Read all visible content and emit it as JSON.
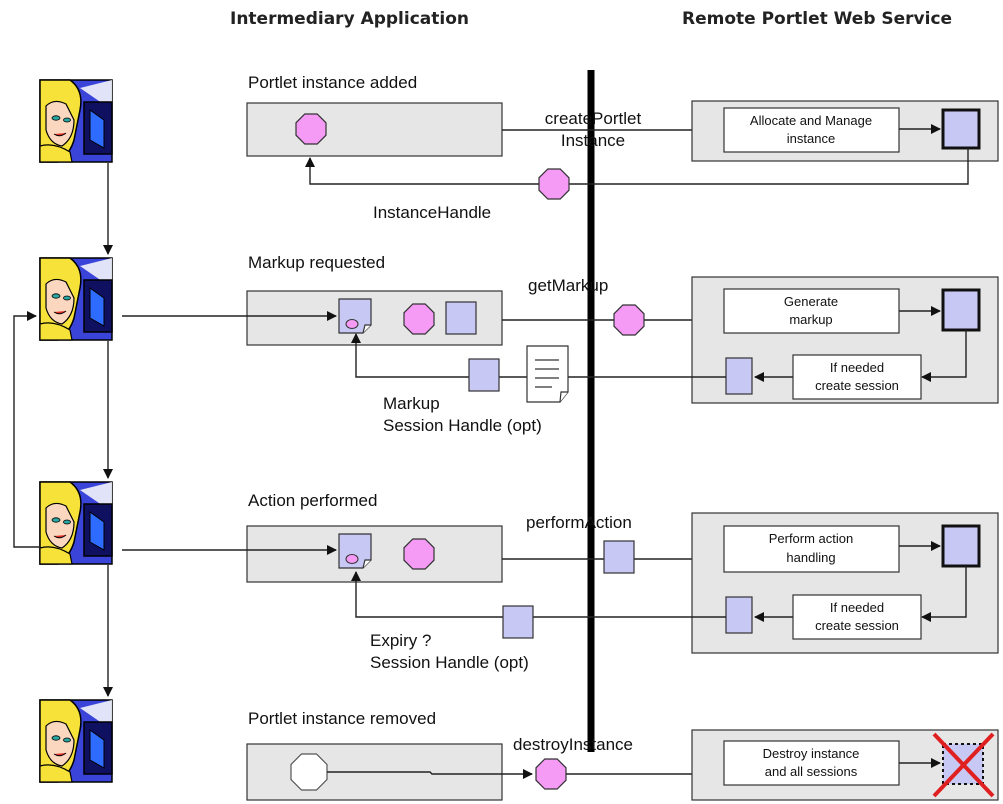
{
  "headers": {
    "left": "Intermediary Application",
    "right": "Remote Portlet Web Service"
  },
  "stages": [
    {
      "title": "Portlet instance added",
      "call": "createPortlet Instance",
      "call_line1": "createPortlet",
      "call_line2": "Instance",
      "service_box": "Allocate and Manage instance",
      "service_line1": "Allocate and Manage",
      "service_line2": "instance",
      "return_label": "InstanceHandle"
    },
    {
      "title": "Markup requested",
      "call": "getMarkup",
      "service_box": "Generate markup",
      "service_line1": "Generate",
      "service_line2": "markup",
      "session_box": "If needed create session",
      "session_line1": "If needed",
      "session_line2": "create session",
      "return_line1": "Markup",
      "return_line2": "Session Handle (opt)"
    },
    {
      "title": "Action performed",
      "call": "performAction",
      "service_box": "Perform action handling",
      "service_line1": "Perform action",
      "service_line2": "handling",
      "session_box": "If needed create session",
      "session_line1": "If needed",
      "session_line2": "create session",
      "return_line1": "Expiry ?",
      "return_line2": "Session Handle (opt)"
    },
    {
      "title": "Portlet instance removed",
      "call": "destroyInstance",
      "service_box": "Destroy instance and all sessions",
      "service_line1": "Destroy instance",
      "service_line2": "and all sessions"
    }
  ],
  "icons": {
    "user": "user-at-computer-icon",
    "portlet": "octagon-icon",
    "session": "square-icon",
    "markup": "document-icon",
    "destroyed": "red-x-icon"
  },
  "colors": {
    "panel": "#e6e6e6",
    "octagon": "#f59af5",
    "square": "#c8c8f5",
    "destroy_x": "#e02020"
  }
}
